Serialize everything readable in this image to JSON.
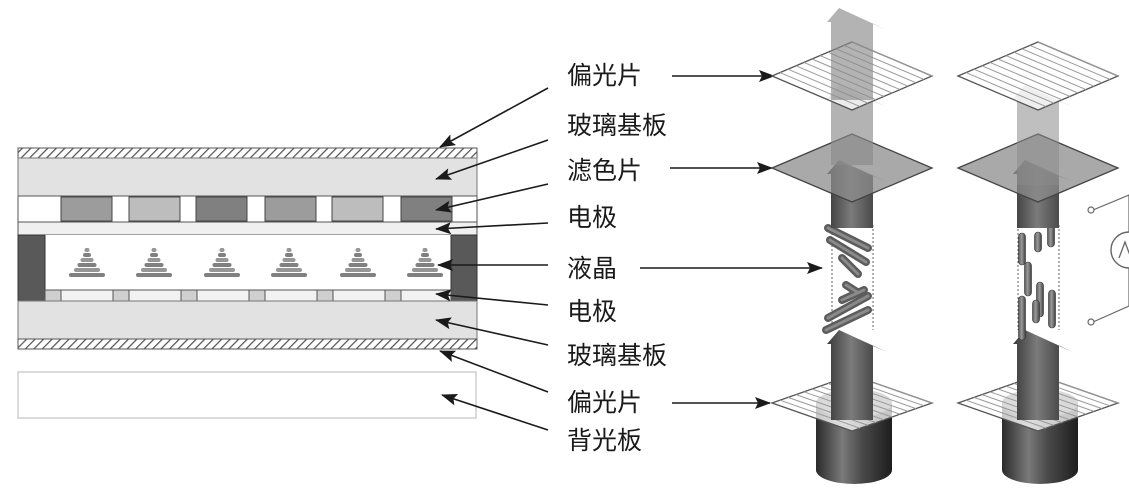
{
  "title": "LCD panel structure diagram",
  "labels": [
    {
      "id": "polarizer-top",
      "text": "偏光片"
    },
    {
      "id": "glass-top",
      "text": "玻璃基板"
    },
    {
      "id": "color-filter",
      "text": "滤色片"
    },
    {
      "id": "electrode-top",
      "text": "电极"
    },
    {
      "id": "liquid-crystal",
      "text": "液晶"
    },
    {
      "id": "electrode-bottom",
      "text": "电极"
    },
    {
      "id": "glass-bottom",
      "text": "玻璃基板"
    },
    {
      "id": "polarizer-bottom",
      "text": "偏光片"
    },
    {
      "id": "backlight",
      "text": "背光板"
    }
  ],
  "colors": {
    "glass": "#e2e2e2",
    "filter_dark": "#808080",
    "filter_mid": "#9c9c9c",
    "filter_light": "#bdbdbd",
    "sealant": "#595959",
    "electrode_pad": "#cfcfcf",
    "line": "#333333",
    "arrow": "#1a1a1a"
  },
  "color_filter_cells": [
    "mid",
    "light",
    "dark",
    "mid",
    "light",
    "dark"
  ],
  "lc_molecule_count": 6,
  "views": [
    {
      "id": "off-state",
      "description": "twisted nematic, light passes"
    },
    {
      "id": "on-state",
      "description": "voltage applied, molecules aligned, light blocked"
    }
  ]
}
